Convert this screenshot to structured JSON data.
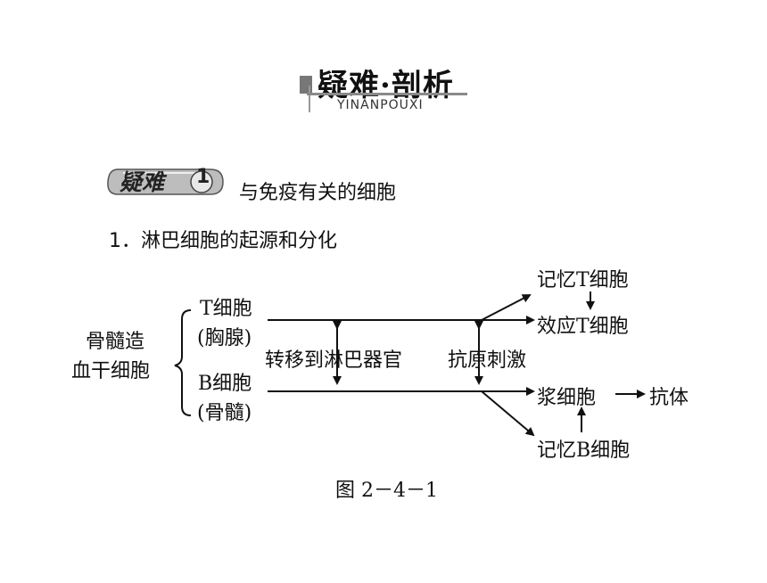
{
  "header": {
    "title": "疑难·剖析",
    "subtitle": "YINANPOUXI"
  },
  "section": {
    "badge_label": "疑难",
    "badge_number": "1",
    "title": "与免疫有关的细胞"
  },
  "item": {
    "text": "1．淋巴细胞的起源和分化"
  },
  "diagram": {
    "origin_line1": "骨髓造",
    "origin_line2": "血干细胞",
    "t_cell": "T细胞",
    "t_cell_location": "(胸腺)",
    "b_cell": "B细胞",
    "b_cell_location": "(骨髓)",
    "transfer_label": "转移到淋巴器官",
    "stimulus_label": "抗原刺激",
    "memory_t": "记忆T细胞",
    "effector_t": "效应T细胞",
    "plasma_cell": "浆细胞",
    "antibody": "抗体",
    "memory_b": "记忆B细胞"
  },
  "caption": "图 2－4－1"
}
